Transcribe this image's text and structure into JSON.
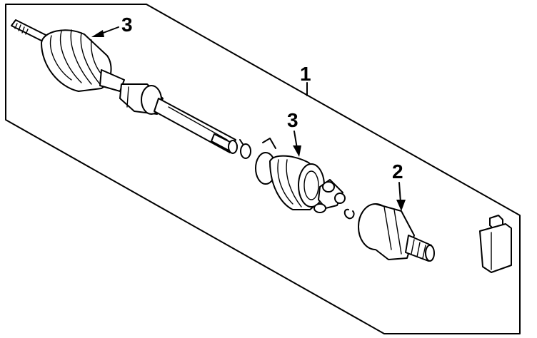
{
  "diagram": {
    "callouts": [
      {
        "id": "assembly",
        "label": "1"
      },
      {
        "id": "outer-joint",
        "label": "2"
      },
      {
        "id": "boot-outer",
        "label": "3"
      },
      {
        "id": "boot-inner",
        "label": "3"
      }
    ],
    "colors": {
      "line": "#000000",
      "background": "#ffffff"
    }
  }
}
